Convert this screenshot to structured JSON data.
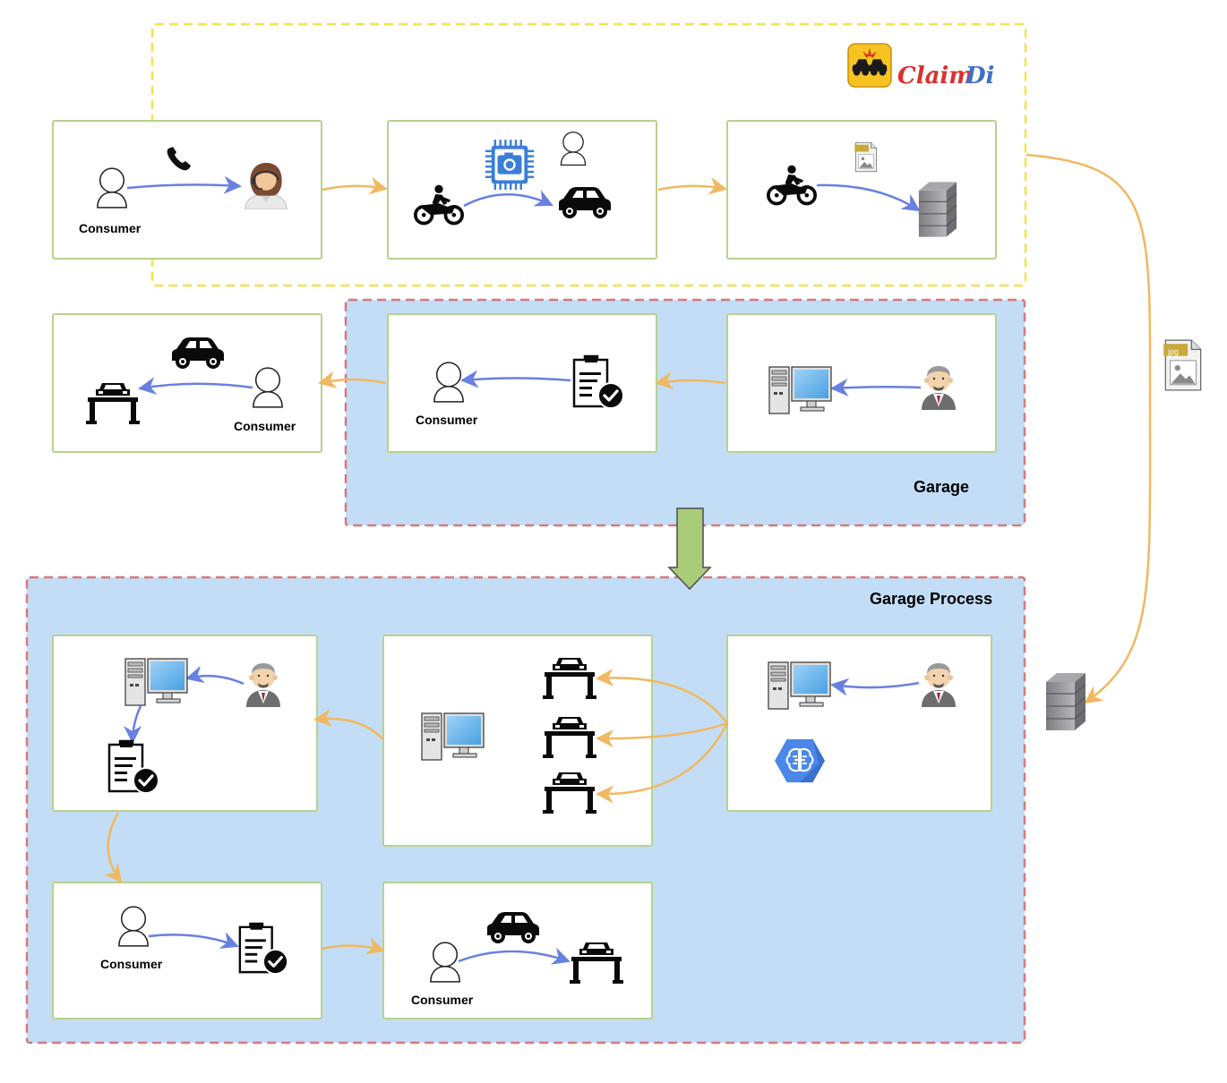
{
  "brand": {
    "part1": "Claim",
    "part2": "Di"
  },
  "regions": {
    "garage": "Garage",
    "garage_process": "Garage Process"
  },
  "labels": {
    "consumer": "Consumer"
  },
  "file_icons": {
    "jpg": "jpg"
  },
  "colors": {
    "yellow_dash": "#f2e44a",
    "red_dash": "#d7797a",
    "region_fill": "#c3ddf6",
    "box_border": "#b7d28e",
    "flow_arrow": "#f0b860",
    "action_arrow": "#6880e0",
    "big_arrow": "#a9cc79"
  },
  "icons": [
    "phone-icon",
    "call-agent-icon",
    "iot-camera-chip-icon",
    "motorcycle-icon",
    "car-icon",
    "database-server-icon",
    "jpg-file-icon",
    "desktop-computer-icon",
    "garage-manager-icon",
    "approved-checklist-icon",
    "car-lift-icon",
    "ai-brain-hexagon-icon",
    "user-icon"
  ]
}
